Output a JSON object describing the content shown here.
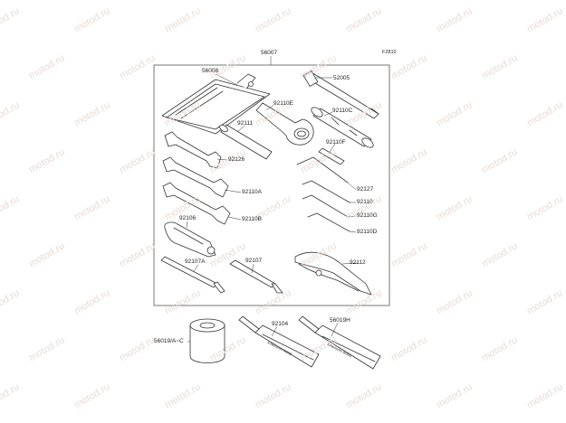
{
  "diagram": {
    "figure_code": "F2810",
    "watermark_text": "motod.ru",
    "parts": {
      "kit": "56007",
      "pouch": "56008",
      "bar": "52005",
      "wrench_box": "92110E",
      "handle": "92111",
      "socket": "92110C",
      "wrench_a": "92126",
      "pin": "92110F",
      "wrench_b": "92110A",
      "hex_1": "92127",
      "hex_2": "92110",
      "hex_3": "92110G",
      "hex_4": "92110D",
      "wrench_c": "92110B",
      "screwdriver_handle": "92106",
      "screwdriver_bit_a": "92107A",
      "screwdriver_bit_b": "92107",
      "pliers": "92112",
      "filter": "56019/A~C",
      "tube_a": "92104",
      "tube_b": "56019H"
    },
    "tube_text": "KAWASAKI BOND"
  }
}
